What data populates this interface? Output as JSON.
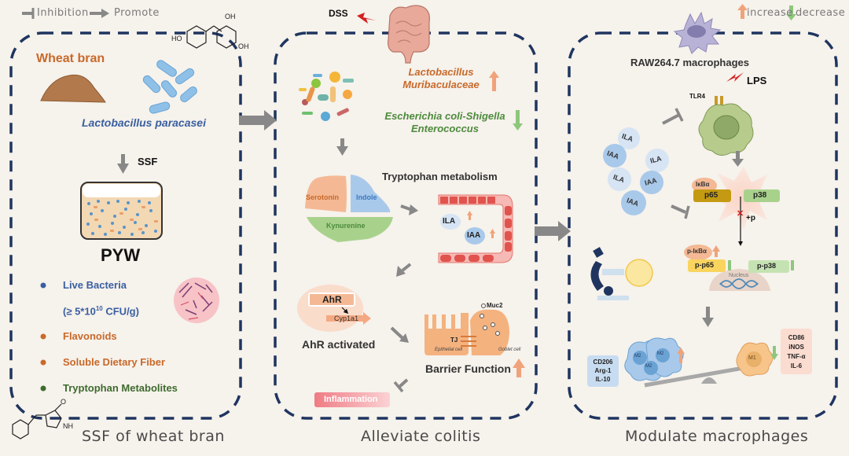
{
  "legend": {
    "inhibition_label": "Inhibition",
    "promote_label": "Promote",
    "increase_label": "increase",
    "decrease_label": "decrease",
    "colors": {
      "increase": "#f0a37a",
      "decrease": "#8ec77c",
      "arrow": "#888888",
      "panel_border": "#1f3560"
    }
  },
  "panel1": {
    "title": "SSF of wheat bran",
    "wheat_bran_label": "Wheat bran",
    "bacteria_label": "Lactobacillus paracasei",
    "process_label": "SSF",
    "product_label": "PYW",
    "components": [
      {
        "label": "Live Bacteria",
        "color": "#3a5fa0"
      },
      {
        "label": "(≥ 5*10",
        "sup": "10",
        "suffix": " CFU/g)",
        "color": "#3a5fa0"
      },
      {
        "label": "Flavonoids",
        "color": "#c8692a"
      },
      {
        "label": "Soluble Dietary Fiber",
        "color": "#c8692a"
      },
      {
        "label": "Tryptophan Metabolites",
        "color": "#3e6b2e"
      }
    ],
    "molecule_top_labels": [
      "OH",
      "HO",
      "OH"
    ],
    "molecule_bottom_labels": [
      "O",
      "NH"
    ]
  },
  "panel2": {
    "title": "Alleviate colitis",
    "dss_label": "DSS",
    "increased_taxa": [
      "Lactobacillus",
      "Muribaculaceae"
    ],
    "decreased_taxa": [
      "Escherichia coli-Shigella",
      "Enterococcus"
    ],
    "trp_title": "Tryptophan metabolism",
    "trp_pathways": [
      "Serotonin",
      "Indole",
      "Kynurenine"
    ],
    "gut_metabolites": [
      "ILA",
      "IAA"
    ],
    "ahr_label": "AhR",
    "cyp_label": "Cyp1a1",
    "ahr_activated_label": "AhR activated",
    "muc_label": "Muc2",
    "tj_label": "TJ",
    "epithelial_label": "Epithelial cell",
    "goblet_label": "Goblet cell",
    "barrier_label": "Barrier Function",
    "inflammation_label": "Inflammation"
  },
  "panel3": {
    "title": "Modulate macrophages",
    "cell_label": "RAW264.7 macrophages",
    "lps_label": "LPS",
    "tlr4_label": "TLR4",
    "metabolites": [
      "ILA",
      "IAA",
      "ILA",
      "ILA",
      "IAA",
      "IAA"
    ],
    "ikba_label": "IκBα",
    "p65_label": "p65",
    "p38_label": "p38",
    "phospho_label": "+p",
    "p_ikba_label": "p-IκBα",
    "p_p65_label": "p-p65",
    "p_p38_label": "p-p38",
    "nucleus_label": "Nucleus",
    "m2_markers": [
      "CD206",
      "Arg-1",
      "IL-10"
    ],
    "m1_markers": [
      "CD86",
      "iNOS",
      "TNF-α",
      "IL-6"
    ],
    "m2_label": "M2",
    "m1_label": "M1"
  }
}
